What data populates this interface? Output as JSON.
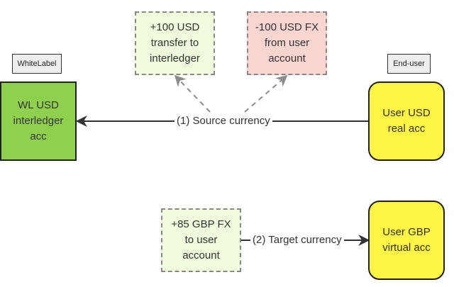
{
  "tags": {
    "whitelabel": "WhiteLabel",
    "enduser": "End-user"
  },
  "nodes": {
    "wl_usd": "WL USD\ninterledger\nacc",
    "user_usd": "User USD\nreal acc",
    "user_gbp": "User GBP\nvirtual acc",
    "transfer": "+100 USD\ntransfer to\ninterledger",
    "fx_from_user": "-100 USD FX\nfrom user\naccount",
    "fx_to_user": "+85 GBP FX\nto user\naccount"
  },
  "edges": {
    "source": "(1) Source currency",
    "target": "(2) Target currency"
  },
  "colors": {
    "wl_fill": "#8fd14f",
    "user_fill": "#fef445",
    "note_green": "#effbdc",
    "note_red": "#f8d5d1",
    "arrow": "#333333",
    "dash_arrow": "#8c8c8c"
  }
}
